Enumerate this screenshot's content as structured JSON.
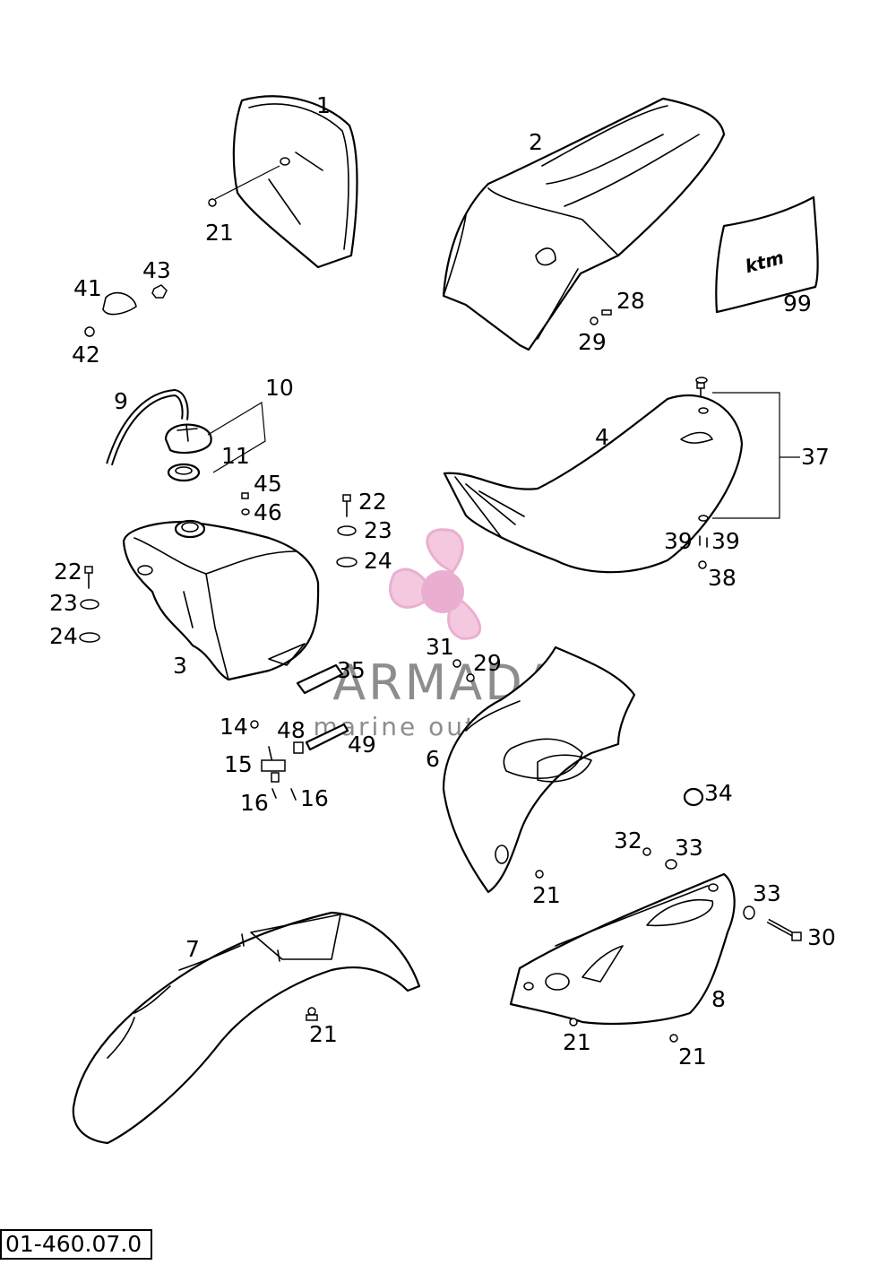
{
  "diagram": {
    "drawing_code": "01-460.07.0",
    "watermark": {
      "brand": "ARMADA",
      "tagline": "marine outboards",
      "colors": {
        "logo": "#e8a7cc",
        "text": "#8d8d8d"
      }
    },
    "sticker_logo": "ktm",
    "callouts": [
      {
        "id": "c1",
        "text": "1"
      },
      {
        "id": "c2",
        "text": "2"
      },
      {
        "id": "c21a",
        "text": "21"
      },
      {
        "id": "c99",
        "text": "99"
      },
      {
        "id": "c43",
        "text": "43"
      },
      {
        "id": "c41",
        "text": "41"
      },
      {
        "id": "c42",
        "text": "42"
      },
      {
        "id": "c28",
        "text": "28"
      },
      {
        "id": "c29a",
        "text": "29"
      },
      {
        "id": "c10",
        "text": "10"
      },
      {
        "id": "c9",
        "text": "9"
      },
      {
        "id": "c11",
        "text": "11"
      },
      {
        "id": "c4",
        "text": "4"
      },
      {
        "id": "c37",
        "text": "37"
      },
      {
        "id": "c45",
        "text": "45"
      },
      {
        "id": "c46",
        "text": "46"
      },
      {
        "id": "c22a",
        "text": "22"
      },
      {
        "id": "c23a",
        "text": "23"
      },
      {
        "id": "c24a",
        "text": "24"
      },
      {
        "id": "c22b",
        "text": "22"
      },
      {
        "id": "c23b",
        "text": "23"
      },
      {
        "id": "c24b",
        "text": "24"
      },
      {
        "id": "c39a",
        "text": "39"
      },
      {
        "id": "c39b",
        "text": "39"
      },
      {
        "id": "c38",
        "text": "38"
      },
      {
        "id": "c3",
        "text": "3"
      },
      {
        "id": "c31",
        "text": "31"
      },
      {
        "id": "c29b",
        "text": "29"
      },
      {
        "id": "c35",
        "text": "35"
      },
      {
        "id": "c14",
        "text": "14"
      },
      {
        "id": "c48",
        "text": "48"
      },
      {
        "id": "c49",
        "text": "49"
      },
      {
        "id": "c15",
        "text": "15"
      },
      {
        "id": "c6",
        "text": "6"
      },
      {
        "id": "c16a",
        "text": "16"
      },
      {
        "id": "c16b",
        "text": "16"
      },
      {
        "id": "c34",
        "text": "34"
      },
      {
        "id": "c32",
        "text": "32"
      },
      {
        "id": "c33a",
        "text": "33"
      },
      {
        "id": "c21b",
        "text": "21"
      },
      {
        "id": "c33b",
        "text": "33"
      },
      {
        "id": "c7",
        "text": "7"
      },
      {
        "id": "c30",
        "text": "30"
      },
      {
        "id": "c8",
        "text": "8"
      },
      {
        "id": "c21c",
        "text": "21"
      },
      {
        "id": "c21d",
        "text": "21"
      },
      {
        "id": "c21e",
        "text": "21"
      }
    ]
  }
}
